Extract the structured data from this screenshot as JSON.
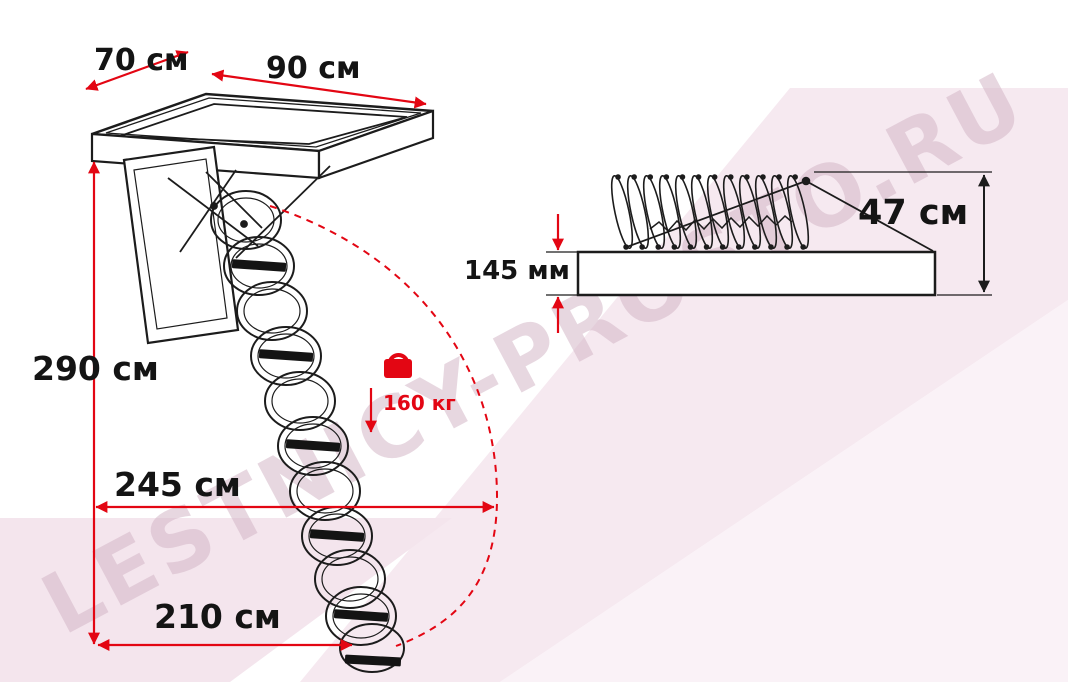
{
  "watermark": {
    "text": "LESTNICY-PROSTO.RU"
  },
  "colors": {
    "dimension_red": "#e30613",
    "line_black": "#1c1c1c",
    "background_pink": "#f6e9f0",
    "watermark_pink": "#d3b6c7"
  },
  "left_view": {
    "labels": {
      "hatch_depth": "70 см",
      "hatch_width": "90 см",
      "ceiling_height": "290 см",
      "swing_clearance": "245 см",
      "floor_projection": "210 см",
      "max_load": "160 кг"
    }
  },
  "right_view": {
    "labels": {
      "folded_height": "47 см",
      "box_height": "145 мм"
    }
  }
}
